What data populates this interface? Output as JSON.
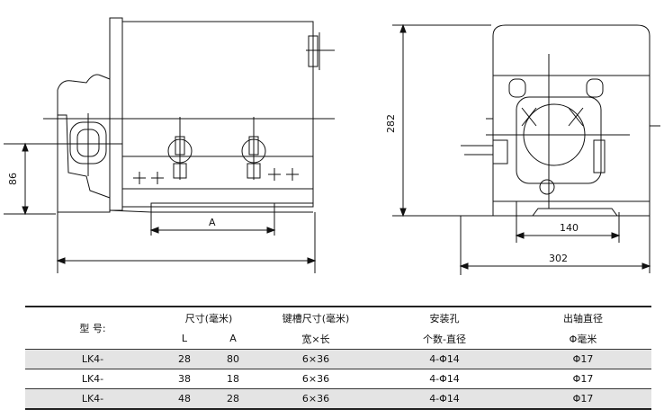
{
  "drawing": {
    "dims": {
      "height_86": "86",
      "width_A": "A",
      "height_282": "282",
      "width_140": "140",
      "width_302": "302"
    }
  },
  "table": {
    "header": {
      "model": "型   号:",
      "size": "尺寸(毫米)",
      "size_l": "L",
      "size_a": "A",
      "keyway": "键槽尺寸(毫米)",
      "keyway_sub": "宽×长",
      "mount": "安装孔",
      "mount_sub": "个数-直径",
      "shaft": "出轴直径",
      "shaft_sub": "Φ毫米"
    },
    "rows": [
      {
        "model": "LK4-",
        "l": "28",
        "a": "80",
        "keyway": "6×36",
        "mount": "4-Φ14",
        "shaft": "Φ17"
      },
      {
        "model": "LK4-",
        "l": "38",
        "a": "18",
        "keyway": "6×36",
        "mount": "4-Φ14",
        "shaft": "Φ17"
      },
      {
        "model": "LK4-",
        "l": "48",
        "a": "28",
        "keyway": "6×36",
        "mount": "4-Φ14",
        "shaft": "Φ17"
      }
    ]
  }
}
